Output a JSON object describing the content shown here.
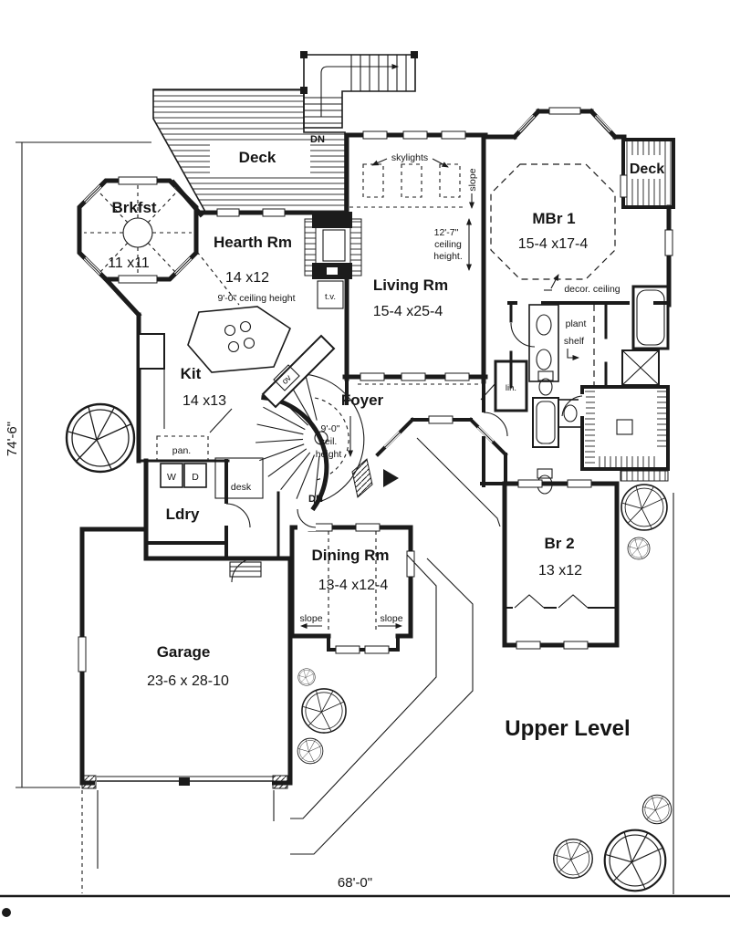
{
  "sheet": {
    "title": "Upper Level",
    "bottom_dimension": "68'-0\"",
    "side_dimension": "74'-6\""
  },
  "colors": {
    "ink": "#1b1b1b",
    "paper": "#ffffff"
  },
  "rooms": {
    "deck_upper": {
      "name": "Deck"
    },
    "deck_mbr": {
      "name": "Deck"
    },
    "brkfst": {
      "name": "Brkfst",
      "size": "11 x11"
    },
    "hearth": {
      "name": "Hearth Rm",
      "size": "14 x12",
      "ceiling": "9'-0\" ceiling height"
    },
    "living": {
      "name": "Living Rm",
      "size": "15-4 x25-4",
      "ceiling": [
        "12'-7\"",
        "ceiling",
        "height."
      ]
    },
    "mbr1": {
      "name": "MBr 1",
      "size": "15-4 x17-4"
    },
    "kit": {
      "name": "Kit",
      "size": "14 x13"
    },
    "foyer": {
      "name": "Foyer",
      "ceiling": [
        "9'-0\"",
        "ceil.",
        "height"
      ]
    },
    "ldry": {
      "name": "Ldry"
    },
    "dining": {
      "name": "Dining Rm",
      "size": "13-4 x12-4"
    },
    "br2": {
      "name": "Br 2",
      "size": "13 x12"
    },
    "garage": {
      "name": "Garage",
      "size": "23-6 x 28-10"
    }
  },
  "labels": {
    "skylights": "skylights",
    "slope": "slope",
    "decor_ceiling": "decor. ceiling",
    "plant_shelf": [
      "plant",
      "shelf"
    ],
    "linen": "lin.",
    "pantry": "pan.",
    "washer": "W",
    "dryer": "D",
    "desk": "desk",
    "tv": "t.v.",
    "oven": "ov",
    "down": "DN"
  }
}
